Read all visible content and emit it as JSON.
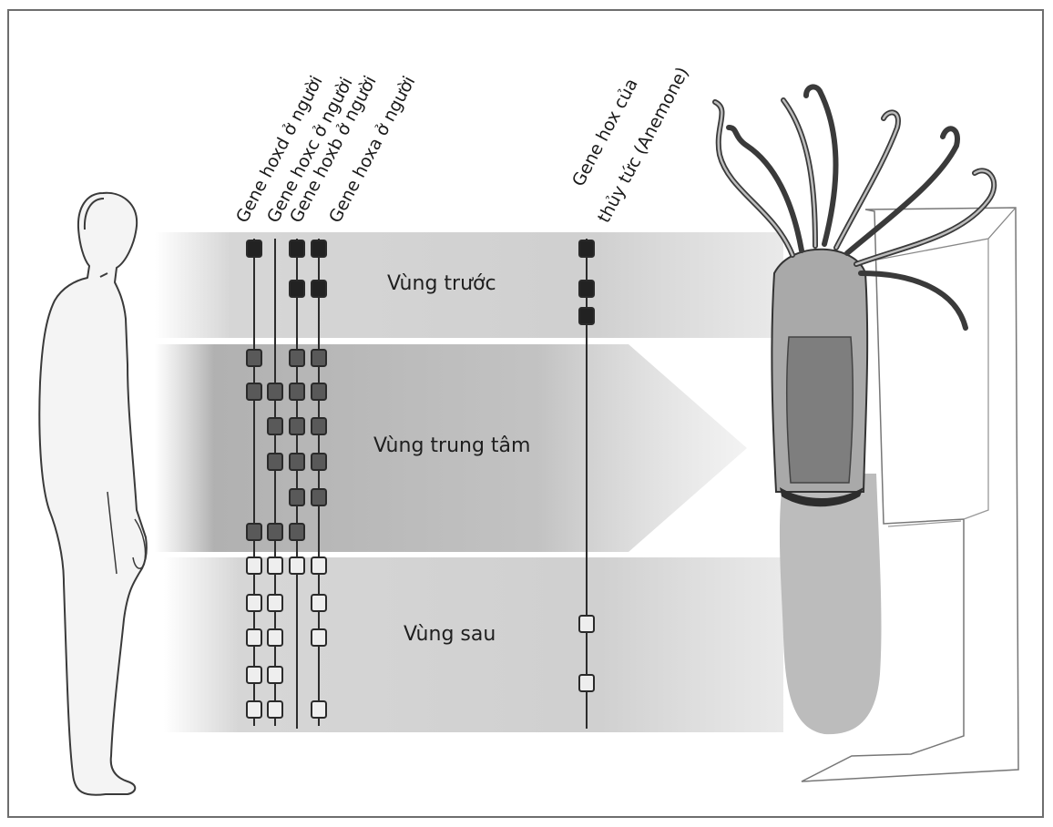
{
  "gene_labels": {
    "hoxd": "Gene hoxd ở người",
    "hoxc": "Gene hoxc ở người",
    "hoxb": "Gene hoxb ở người",
    "hoxa": "Gene hoxa ở người",
    "anemone_line1": "Gene hox của",
    "anemone_line2": "thủy tức (Anemone)"
  },
  "regions": {
    "anterior": "Vùng trước",
    "central": "Vùng trung tâm",
    "posterior": "Vùng sau"
  },
  "colors": {
    "anterior_box": "#222222",
    "central_box": "#595959",
    "posterior_box": "#eeeeee",
    "band": "#c9c9c9"
  }
}
